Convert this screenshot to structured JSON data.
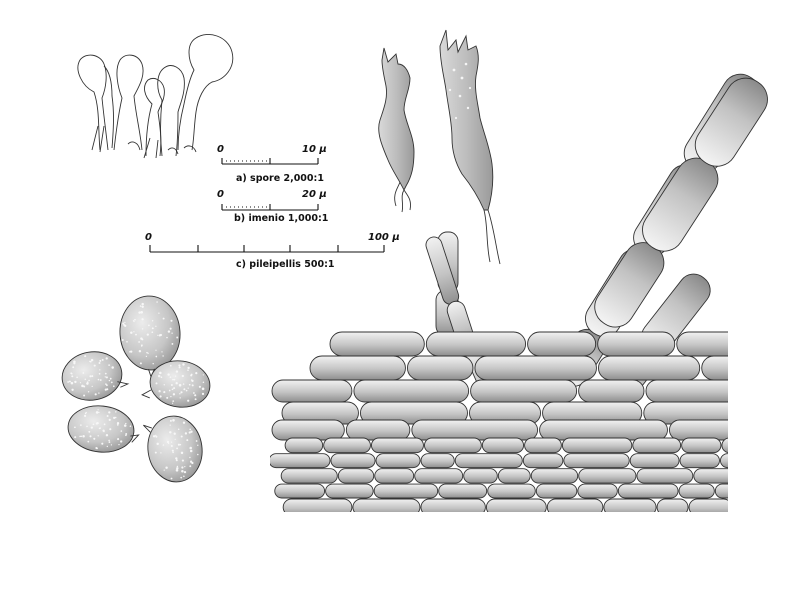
{
  "scales": [
    {
      "id": "a",
      "start": "0",
      "end": "10 µ",
      "caption": "a) spore 2,000:1"
    },
    {
      "id": "b",
      "start": "0",
      "end": "20 µ",
      "caption": "b) imenio 1,000:1"
    },
    {
      "id": "c",
      "start": "0",
      "end": "100 µ",
      "caption": "c) pileipellis 500:1"
    }
  ]
}
